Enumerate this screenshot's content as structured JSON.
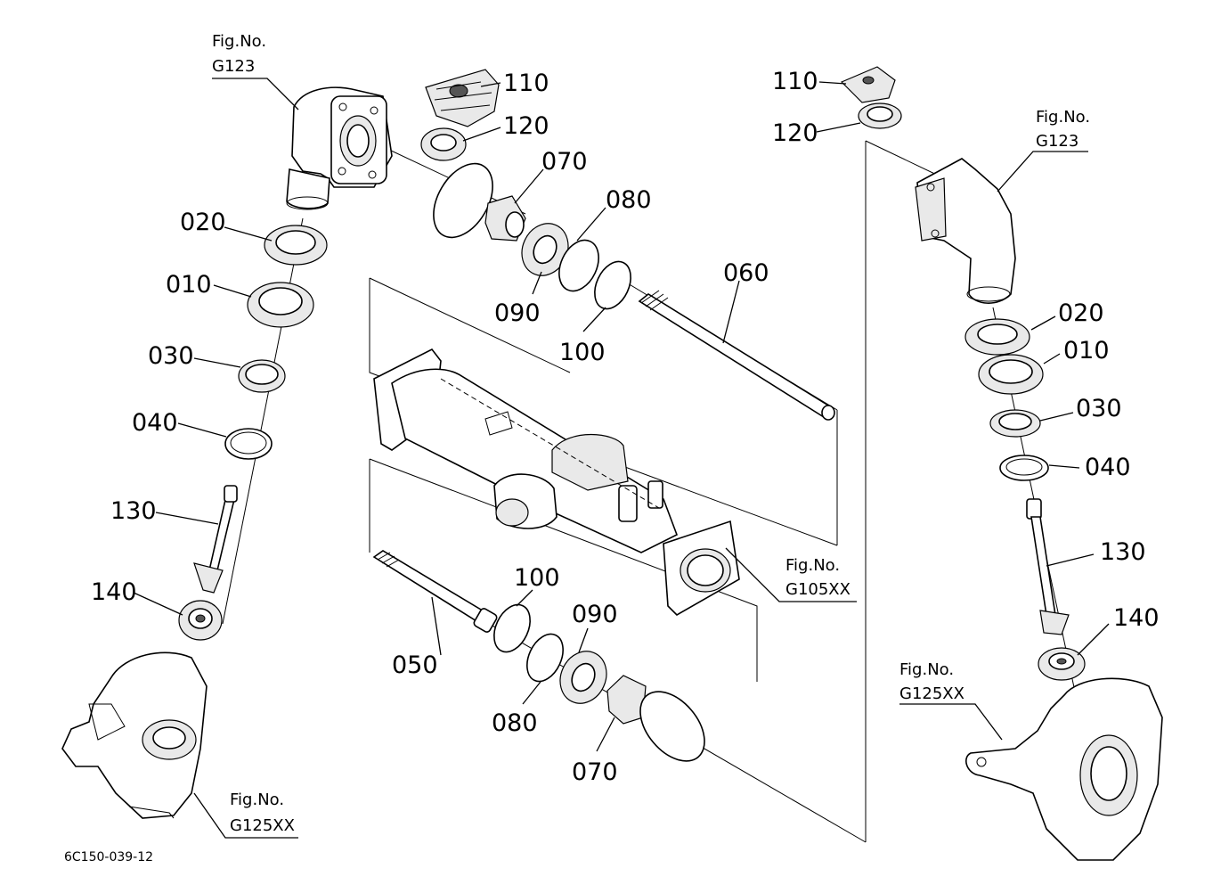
{
  "diagram": {
    "part_labels": {
      "l_020": "020",
      "l_010": "010",
      "l_030": "030",
      "l_040": "040",
      "l_130": "130",
      "l_140": "140",
      "c_110": "110",
      "c_120": "120",
      "c_070": "070",
      "c_080": "080",
      "c_090": "090",
      "c_100": "100",
      "c_060": "060",
      "b_100": "100",
      "b_090": "090",
      "b_050": "050",
      "b_080": "080",
      "b_070": "070",
      "r_110": "110",
      "r_120": "120",
      "r_020": "020",
      "r_010": "010",
      "r_030": "030",
      "r_040": "040",
      "r_130": "130",
      "r_140": "140"
    },
    "figure_refs": {
      "left_top": {
        "title": "Fig.No.",
        "code": "G123"
      },
      "left_bottom": {
        "title": "Fig.No.",
        "code": "G125XX"
      },
      "center": {
        "title": "Fig.No.",
        "code": "G105XX"
      },
      "right_top": {
        "title": "Fig.No.",
        "code": "G123"
      },
      "right_bottom": {
        "title": "Fig.No.",
        "code": "G125XX"
      }
    },
    "drawing_code": "6C150-039-12"
  }
}
